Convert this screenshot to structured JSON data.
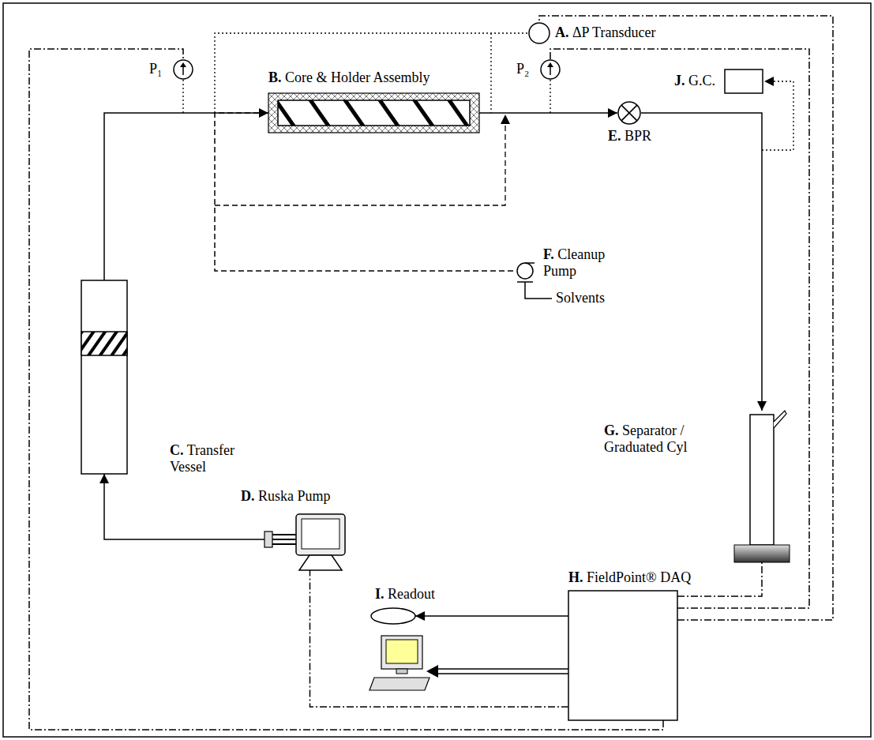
{
  "diagram": {
    "nodes": [
      {
        "text": [
          "A. ΔP Transducer"
        ]
      },
      {
        "text": [
          "P₁"
        ]
      },
      {
        "text": [
          "B. Core & Holder Assembly"
        ]
      },
      {
        "text": [
          "P₂"
        ]
      },
      {
        "text": [
          "J. G.C."
        ]
      },
      {
        "text": [
          "E. BPR"
        ]
      },
      {
        "text": [
          "F. Cleanup Pump"
        ]
      },
      {
        "text": [
          "G. Separator / Graduated Cyl"
        ]
      },
      {
        "text": [
          "C. Transfer Vessel"
        ]
      },
      {
        "text": [
          "D. Ruska Pump"
        ]
      },
      {
        "text": [
          "I. Readout"
        ]
      },
      {
        "text": [
          "H. FieldPoint® DAQ"
        ]
      }
    ],
    "edges": [
      {
        "from": 9,
        "to": 8,
        "arrow": "to"
      },
      {
        "from": 8,
        "to": 2,
        "arrow": "none"
      },
      {
        "from": 2,
        "to": 5,
        "arrow": "to"
      },
      {
        "from": 5,
        "to": 7,
        "arrow": "to"
      },
      {
        "from": 6,
        "to": 2,
        "arrow": "to"
      },
      {
        "from": 11,
        "to": 0,
        "arrow": "none"
      },
      {
        "from": 11,
        "to": 1,
        "arrow": "none"
      },
      {
        "from": 11,
        "to": 3,
        "arrow": "none"
      },
      {
        "from": 11,
        "to": 7,
        "arrow": "none"
      },
      {
        "from": 11,
        "to": 9,
        "arrow": "none"
      },
      {
        "from": 11,
        "to": 10,
        "arrow": "to"
      }
    ],
    "labels": [
      "Solvents"
    ]
  }
}
